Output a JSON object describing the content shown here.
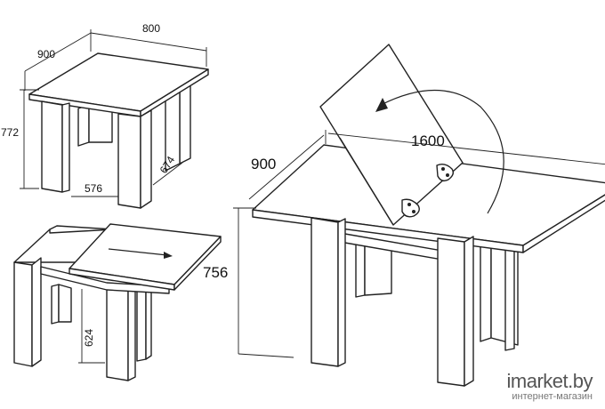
{
  "dimensions": {
    "small_width": "800",
    "small_depth": "900",
    "small_height": "772",
    "leg_gap": "576",
    "leg_depth": "674",
    "sliding_height": "624",
    "open_width": "1600",
    "open_depth": "900",
    "open_height": "756"
  },
  "watermark": {
    "brand": "imarket.by",
    "tagline": "интернет-магазин"
  }
}
